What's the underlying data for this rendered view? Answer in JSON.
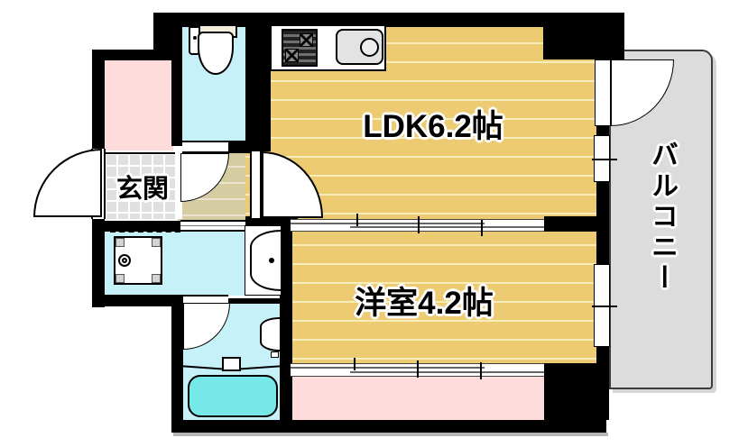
{
  "rooms": {
    "ldk": {
      "label": "LDK6.2帖"
    },
    "bedroom": {
      "label": "洋室4.2帖"
    },
    "entrance": {
      "label": "玄関"
    },
    "balcony": {
      "label": "バルコニー"
    }
  },
  "fixtures": [
    "toilet-icon",
    "gas-stove-icon",
    "kitchen-sink-icon",
    "washing-machine-pad-icon",
    "vanity-basin-icon",
    "bath-basin-icon",
    "bathtub-icon"
  ],
  "colors": {
    "wall": "#000000",
    "wood_floor": "#eccb72",
    "wood_floor_line": "#f6eebb",
    "hallway_floor": "#d5cda1",
    "entrance_tile": "#e0e0e0",
    "wet_room": "#c6f1f9",
    "closet_pink": "#ffdcdc",
    "bathtub": "#76e8e8",
    "balcony": "#dcdcdc"
  }
}
